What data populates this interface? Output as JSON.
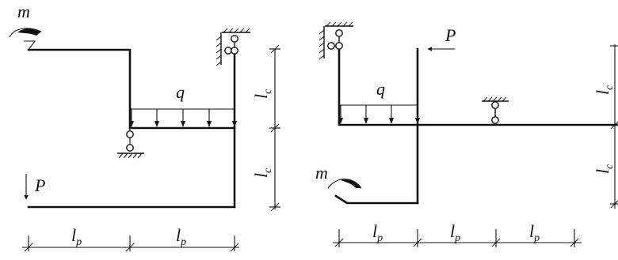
{
  "left_frame": {
    "moment_label": "m",
    "force_label": "P",
    "load_label": "q",
    "dim_h_1": "l",
    "dim_h_1_sub": "p",
    "dim_h_2": "l",
    "dim_h_2_sub": "p",
    "dim_v_1": "l",
    "dim_v_1_sub": "c",
    "dim_v_2": "l",
    "dim_v_2_sub": "c"
  },
  "right_frame": {
    "moment_label": "m",
    "force_label": "P",
    "load_label": "q",
    "dim_h_1": "l",
    "dim_h_1_sub": "p",
    "dim_h_2": "l",
    "dim_h_2_sub": "p",
    "dim_h_3": "l",
    "dim_h_3_sub": "p",
    "dim_v_1": "l",
    "dim_v_1_sub": "c",
    "dim_v_2": "l",
    "dim_v_2_sub": "c"
  }
}
